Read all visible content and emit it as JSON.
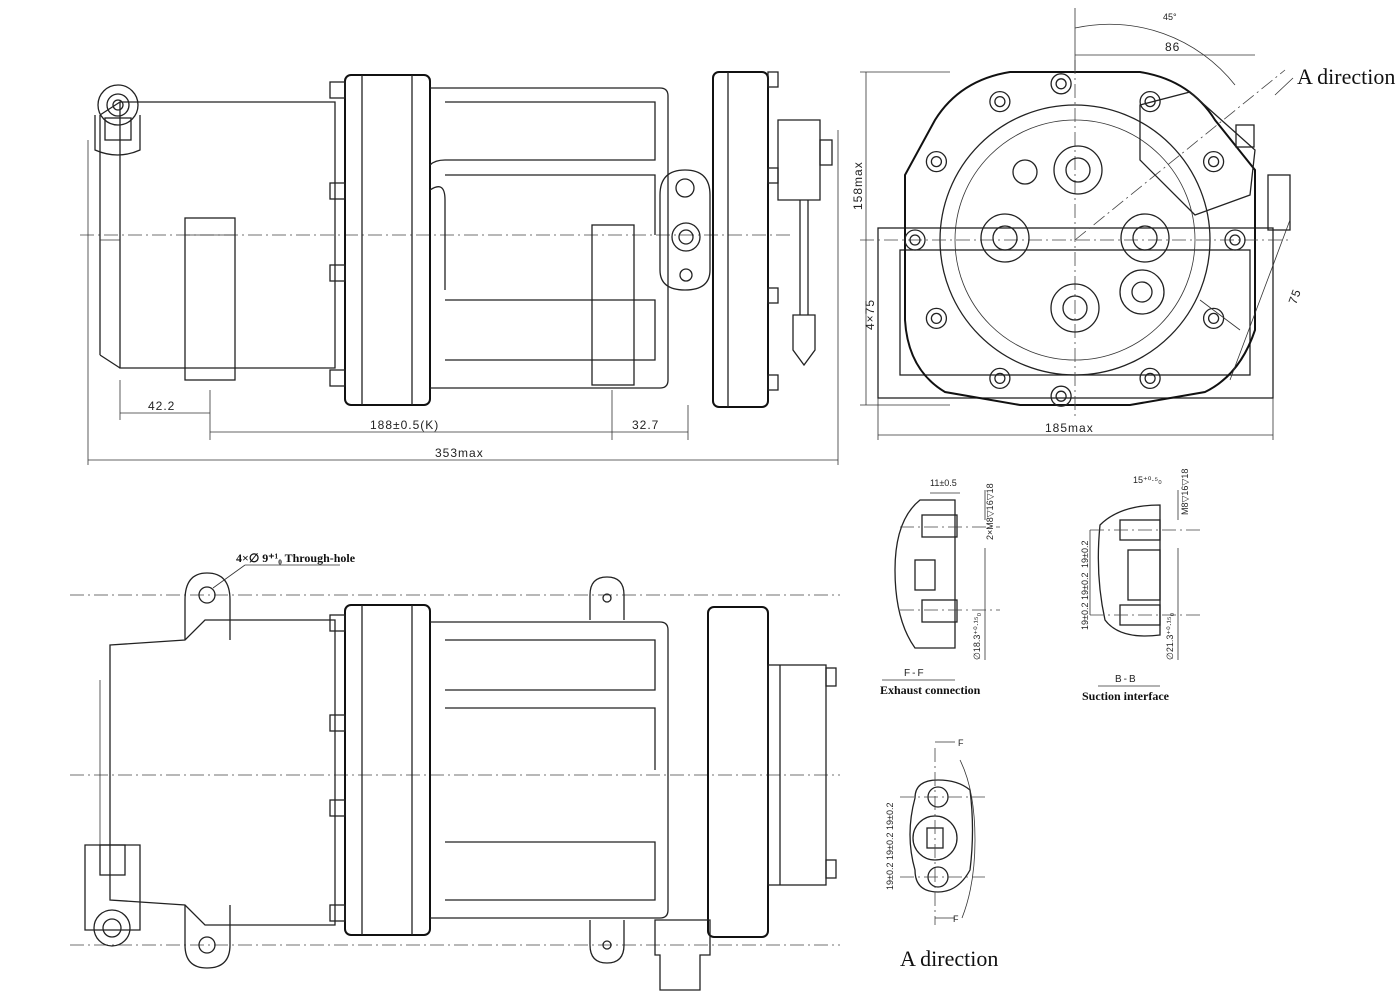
{
  "labels": {
    "a_direction_top": "A direction",
    "a_direction_bottom": "A direction",
    "through_hole": "4×∅ 9⁺¹₀ Through-hole",
    "ff_title": "F-F",
    "ff_caption": "Exhaust connection",
    "bb_title": "B-B",
    "bb_caption": "Suction interface",
    "f_marker_top": "F",
    "f_marker_bottom": "F"
  },
  "dimensions": {
    "d_42_2": "42.2",
    "d_188": "188±0.5(K)",
    "d_32_7": "32.7",
    "d_353": "353max",
    "d_158": "158max",
    "d_185": "185max",
    "d_4x75": "4×75",
    "d_86": "86",
    "d_45deg": "45°",
    "d_75": "75",
    "ff_11": "11±0.5",
    "ff_m8": "2×M8▽16▽18",
    "ff_18_3": "∅18.3⁺⁰·¹⁵₀",
    "bb_15": "15⁺⁰·⁵₀",
    "bb_m8": "M8▽16▽18",
    "bb_19a": "19±0.2",
    "bb_19b": "19±0.2",
    "bb_19c": "19±0.2",
    "bb_21_3": "∅21.3⁺⁰·¹⁵₀",
    "ad_19a": "19±0.2",
    "ad_19b": "19±0.2",
    "ad_19c": "19±0.2"
  }
}
